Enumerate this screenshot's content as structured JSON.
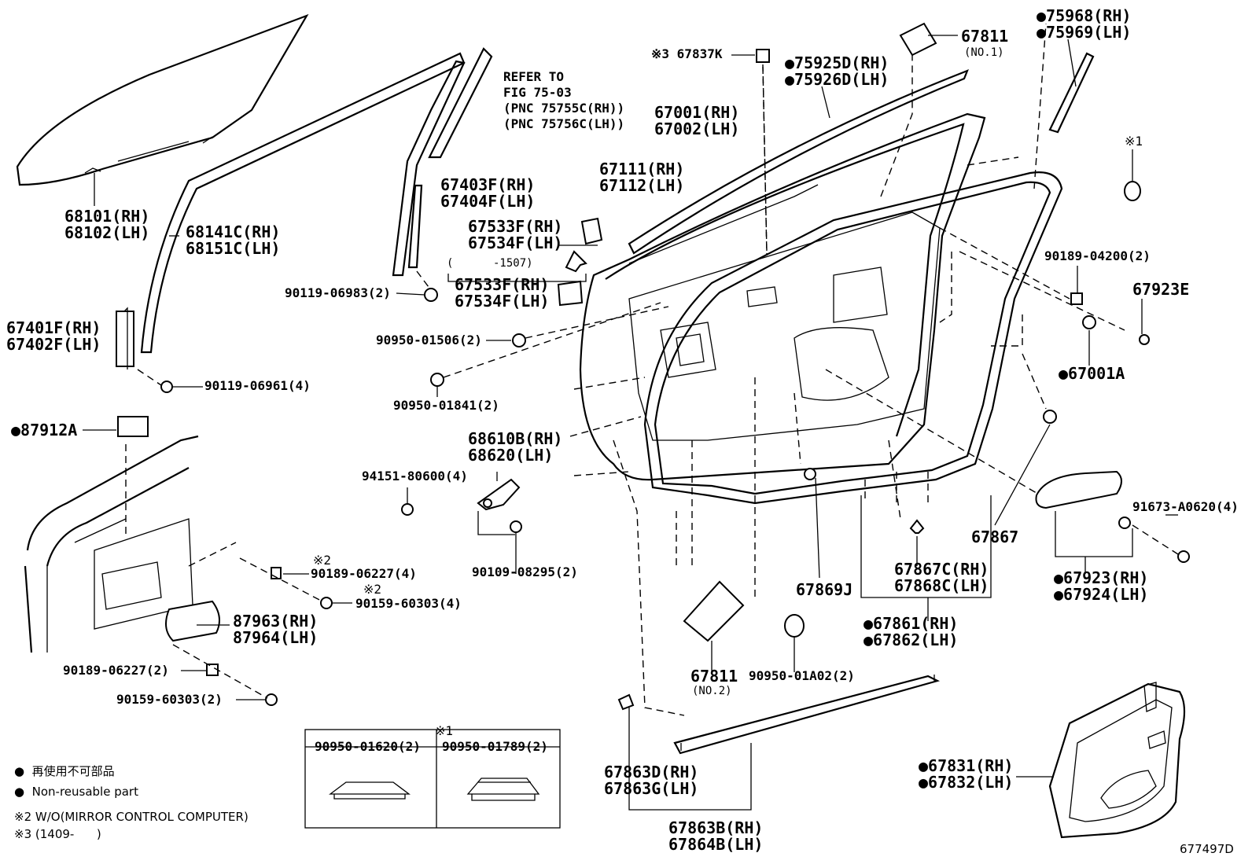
{
  "labels": {
    "p68101": "68101(RH)\n68102(LH)",
    "p68141": "68141C(RH)\n68151C(LH)",
    "refer": "REFER TO\nFIG 75-03\n(PNC 75755C(RH))\n(PNC 75756C(LH))",
    "p67403": "67403F(RH)\n67404F(LH)",
    "p67533a": "67533F(RH)\n67534F(LH)",
    "range1507": "(      -1507)",
    "p67533b": "67533F(RH)\n67534F(LH)",
    "p90119_06983": "90119-06983(2)",
    "p67401": "67401F(RH)\n67402F(LH)",
    "p90119_06961": "90119-06961(4)",
    "p90950_01506": "90950-01506(2)",
    "p90950_01841": "90950-01841(2)",
    "p87912": "●87912A",
    "p68610": "68610B(RH)\n68620(LH)",
    "p94151": "94151-80600(4)",
    "p90109": "90109-08295(2)",
    "note2a": "※2",
    "p90189_06227_4": "90189-06227(4)",
    "note2b": "※2",
    "p90159_60303_4": "90159-60303(4)",
    "p87963": "87963(RH)\n87964(LH)",
    "p90189_06227_2": "90189-06227(2)",
    "p90159_60303_2": "90159-60303(2)",
    "p67837": "※3 67837K",
    "p67001": "67001(RH)\n67002(LH)",
    "p67111": "67111(RH)\n67112(LH)",
    "p75925": "●75925D(RH)\n●75926D(LH)",
    "p67811_1": "67811",
    "p67811_1_no": "(NO.1)",
    "p75968": "●75968(RH)\n●75969(LH)",
    "note1": "※1",
    "p90189_04200": "90189-04200(2)",
    "p67923E": "67923E",
    "p67001A": "●67001A",
    "p91673": "91673-A0620(4)",
    "p67867": "67867",
    "p67923": "●67923(RH)\n●67924(LH)",
    "p67869J": "67869J",
    "p67867C": "67867C(RH)\n67868C(LH)",
    "p67861": "●67861(RH)\n●67862(LH)",
    "p67811_2": "67811",
    "p67811_2_no": "(NO.2)",
    "p90950_01A02": "90950-01A02(2)",
    "p67863D": "67863D(RH)\n67863G(LH)",
    "p67863B": "67863B(RH)\n67864B(LH)",
    "p67831": "●67831(RH)\n●67832(LH)",
    "table_note": "※1",
    "table_col1": "90950-01620(2)",
    "table_col2": "90950-01789(2)",
    "legend_jp": "●  再使用不可部品",
    "legend_en": "●  Non-reusable part",
    "note2_text": "※2 W/O(MIRROR CONTROL COMPUTER)",
    "note3_text": "※3 (1409-      )",
    "diagram_id": "677497D"
  }
}
